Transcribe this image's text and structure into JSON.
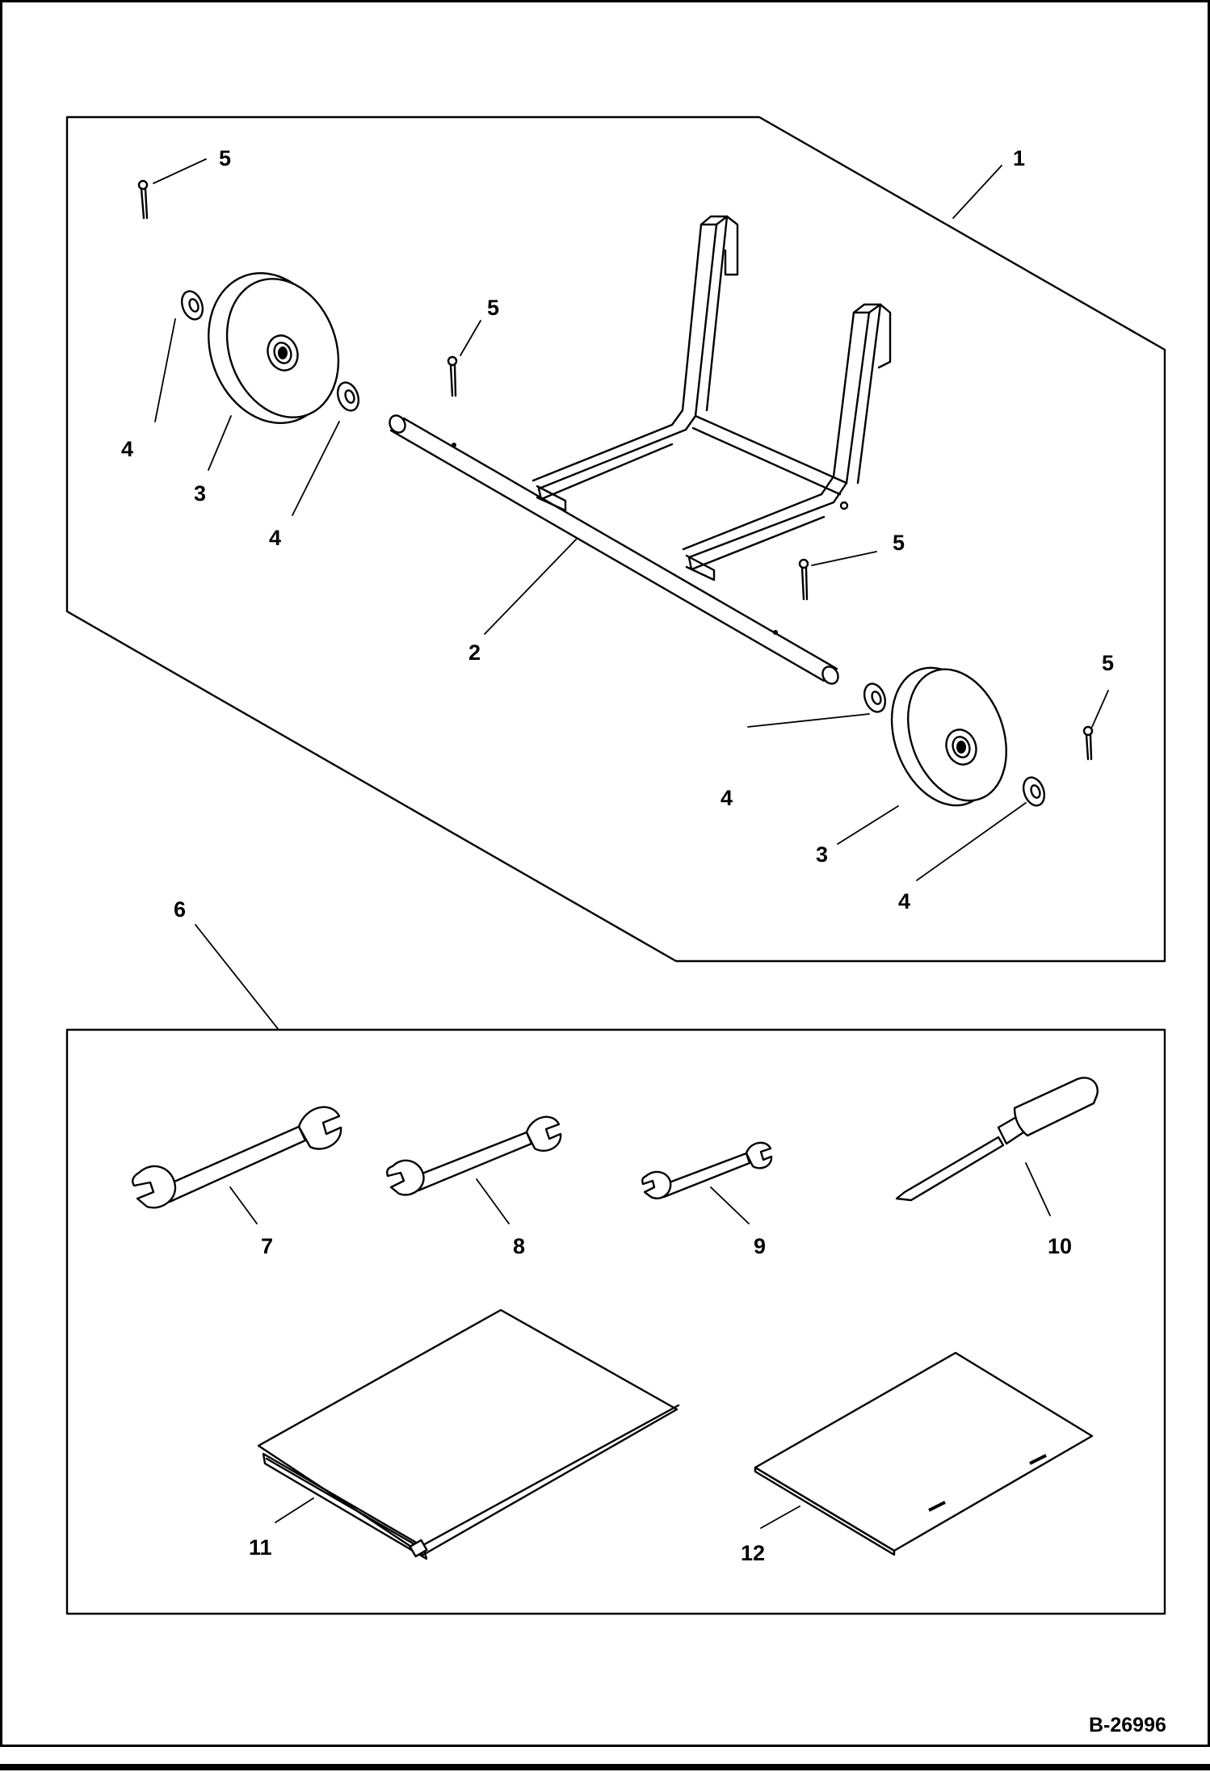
{
  "diagram": {
    "reference_number": "B-26996",
    "callouts": {
      "c1": "1",
      "c2": "2",
      "c3a": "3",
      "c3b": "3",
      "c4a": "4",
      "c4b": "4",
      "c4c": "4",
      "c4d": "4",
      "c5a": "5",
      "c5b": "5",
      "c5c": "5",
      "c5d": "5",
      "c6": "6",
      "c7": "7",
      "c8": "8",
      "c9": "9",
      "c10": "10",
      "c11": "11",
      "c12": "12"
    }
  }
}
